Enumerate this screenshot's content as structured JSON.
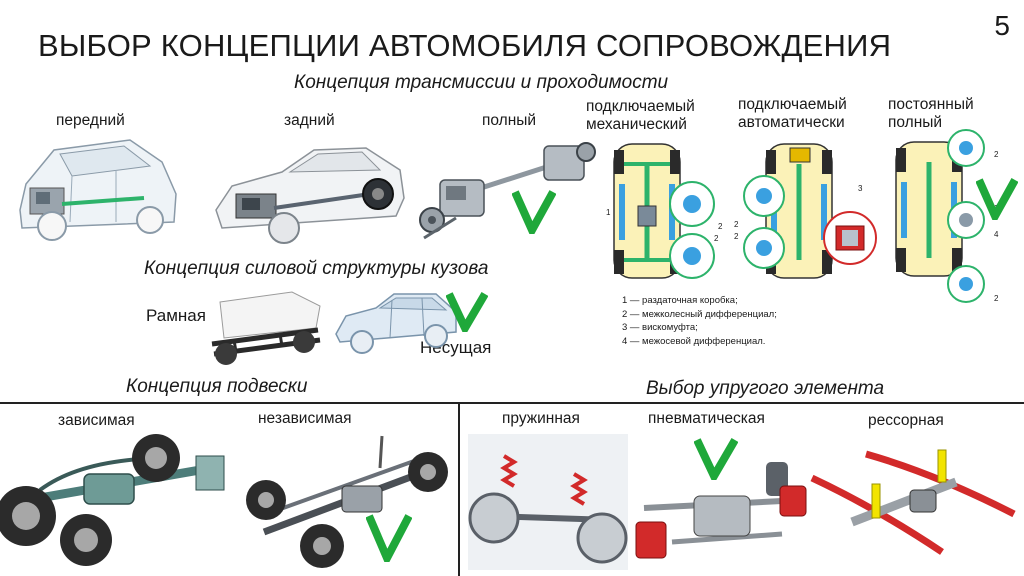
{
  "header": {
    "title": "ВЫБОР КОНЦЕПЦИИ АВТОМОБИЛЯ СОПРОВОЖДЕНИЯ",
    "page_number": "5"
  },
  "transmission": {
    "heading": "Концепция трансмиссии и проходимости",
    "options": [
      "передний",
      "задний",
      "полный"
    ],
    "awd_types": [
      [
        "подключаемый",
        "механический"
      ],
      [
        "подключаемый",
        "автоматически"
      ],
      [
        "постоянный",
        "полный"
      ]
    ],
    "callouts": [
      "1",
      "2",
      "2",
      "2",
      "3",
      "2",
      "2",
      "2",
      "4",
      "2"
    ],
    "legend": [
      "1 — раздаточная коробка;",
      "2 — межколесный дифференциал;",
      "3 — вискомуфта;",
      "4 — межосевой дифференциал."
    ]
  },
  "body_structure": {
    "heading": "Концепция силовой структуры кузова",
    "options": [
      "Рамная",
      "Несущая"
    ]
  },
  "suspension": {
    "heading": "Концепция подвески",
    "options": [
      "зависимая",
      "независимая"
    ]
  },
  "spring": {
    "heading": "Выбор упругого элемента",
    "options": [
      "пружинная",
      "пневматическая",
      "рессорная"
    ]
  },
  "colors": {
    "check": "#1fa83a",
    "accent_blue": "#3aa0e0",
    "accent_green": "#2db36b",
    "accent_red": "#d22a2a",
    "accent_yellow": "#f2e400"
  }
}
